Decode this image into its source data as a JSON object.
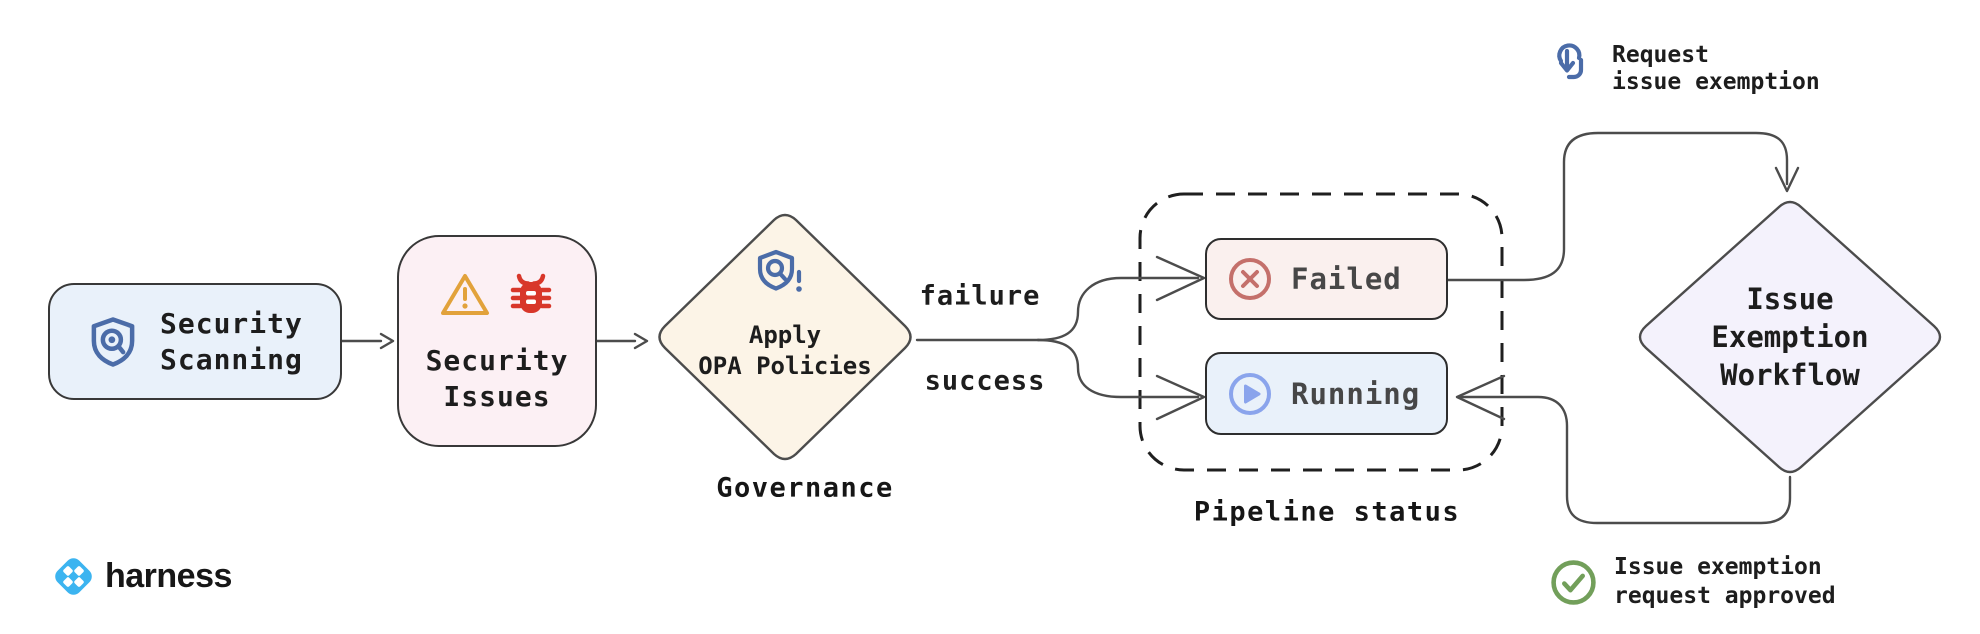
{
  "diagram": {
    "title_context": "Security scanning governance flow",
    "nodes": {
      "security_scanning": {
        "lines": [
          "Security",
          "Scanning"
        ],
        "fill": "#e9f1fa"
      },
      "security_issues": {
        "lines": [
          "Security",
          "Issues"
        ],
        "fill": "#fcf0f4"
      },
      "apply_opa_policies": {
        "lines": [
          "Apply",
          "OPA Policies"
        ],
        "caption": "Governance",
        "fill": "#fcf4e7"
      },
      "failed": {
        "label": "Failed",
        "fill": "#faf0ee"
      },
      "running": {
        "label": "Running",
        "fill": "#e9f1fa"
      },
      "issue_exemption_workflow": {
        "lines": [
          "Issue",
          "Exemption",
          "Workflow"
        ],
        "fill": "#f4f2fc"
      }
    },
    "edge_labels": {
      "failure": "failure",
      "success": "success"
    },
    "containers": {
      "pipeline_status": {
        "label": "Pipeline status"
      }
    },
    "annotations": {
      "request_exemption": {
        "lines": [
          "Request",
          "issue exemption"
        ],
        "icon": "tap-hand-icon"
      },
      "approved": {
        "lines": [
          "Issue exemption",
          "request approved"
        ],
        "icon": "check-circle-icon"
      }
    },
    "icons": {
      "security_scanning": "shield-scan-icon",
      "security_issues": [
        "warning-triangle-icon",
        "bug-icon"
      ],
      "apply_opa_policies": "shield-alert-icon",
      "failed": "x-circle-icon",
      "running": "play-circle-icon"
    },
    "colors": {
      "canvas_bg": "#ffffff",
      "node_border": "#383838",
      "arrow_stroke": "#4c4c4c",
      "dashed_container_stroke": "#1f1f1f",
      "shield_icon_blue": "#4b6ca8",
      "warning_icon_orange": "#e2a23b",
      "bug_icon_red": "#d8372a",
      "failed_icon_red": "#c4706b",
      "running_icon_blue": "#8aa4ec",
      "approved_icon_green": "#729f5a",
      "harness_logo_blue": "#3cb4f0",
      "status_text_gray": "#474747"
    }
  },
  "logo": {
    "wordmark": "harness"
  }
}
